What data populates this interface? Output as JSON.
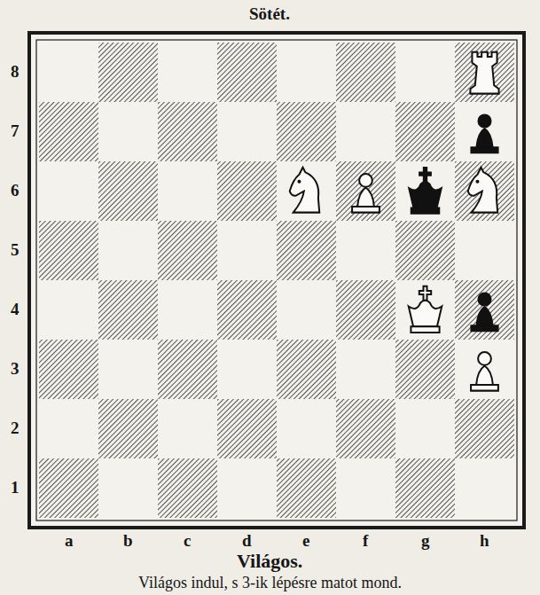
{
  "diagram": {
    "title": "Sötét.",
    "caption": "Világos indul, s 3-ik lépésre matot mond.",
    "labels": [
      "8",
      "7",
      "6",
      "5",
      "4",
      "3",
      "2",
      "1",
      "a",
      "b",
      "c",
      "d",
      "e",
      "f",
      "g",
      "h",
      "Világos."
    ]
  }
}
